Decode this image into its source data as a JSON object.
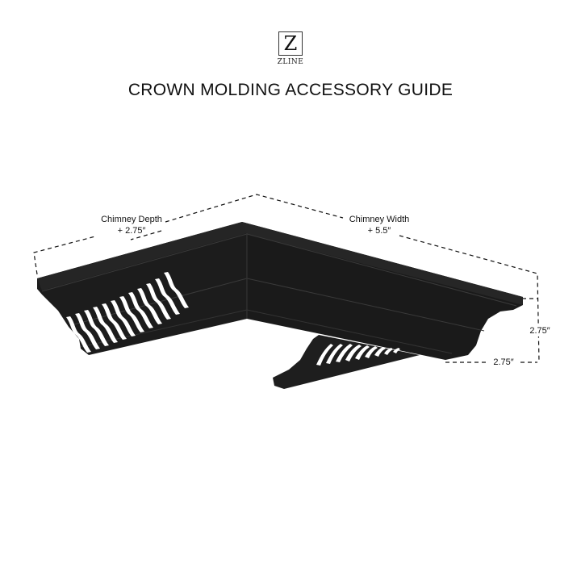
{
  "brand": {
    "logo_letter": "Z",
    "logo_word": "ZLINE"
  },
  "header": {
    "title": "CROWN MOLDING ACCESSORY GUIDE"
  },
  "dimensions": {
    "chimney_depth": {
      "label": "Chimney Depth",
      "value": "+ 2.75″"
    },
    "chimney_width": {
      "label": "Chimney Width",
      "value": "+ 5.5″"
    },
    "height": {
      "value": "2.75″"
    },
    "projection": {
      "value": "2.75″"
    }
  },
  "colors": {
    "molding": "#1c1c1c",
    "molding_shade": "#2a2a2a",
    "line": "#111111",
    "background": "#ffffff"
  }
}
